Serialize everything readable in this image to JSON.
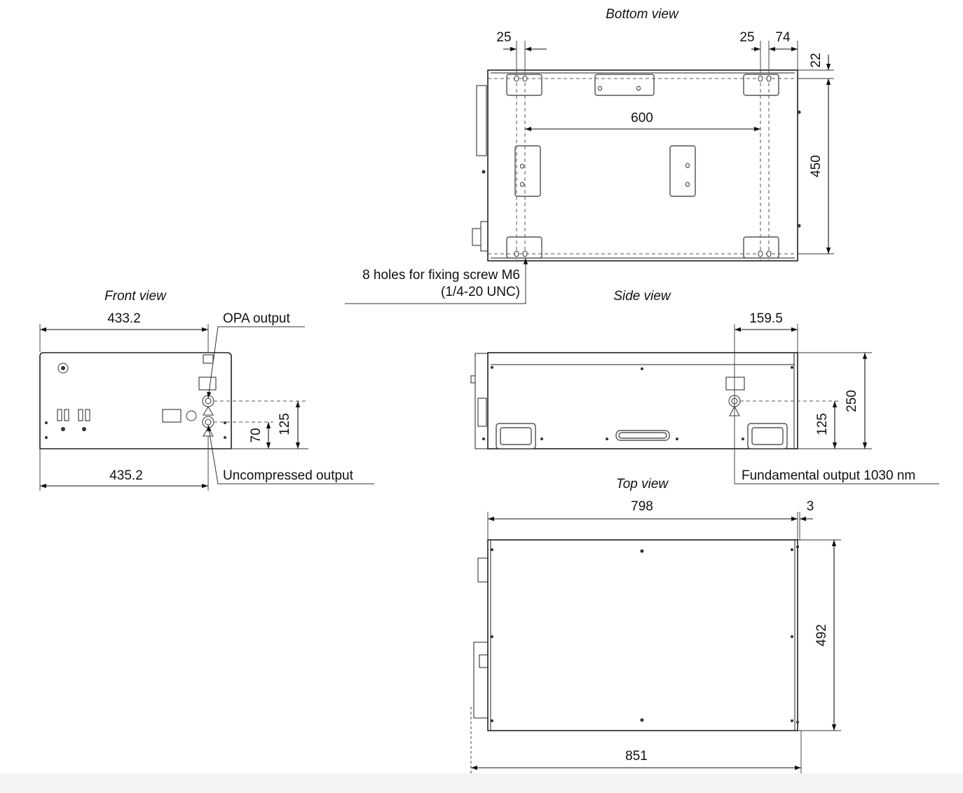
{
  "views": {
    "bottom": "Bottom view",
    "front": "Front view",
    "side": "Side view",
    "top": "Top view"
  },
  "callouts": {
    "holes_line1": "8 holes for fixing screw M6",
    "holes_line2": "(1/4-20 UNC)",
    "opa_output": "OPA output",
    "uncompressed_output": "Uncompressed output",
    "fundamental_output": "Fundamental output 1030 nm"
  },
  "dimensions": {
    "bottom_hole_offset_left": "25",
    "bottom_hole_offset_right": "25",
    "bottom_edge_right": "74",
    "bottom_edge_top": "22",
    "bottom_hole_span_x": "600",
    "bottom_hole_span_y": "450",
    "front_top_width": "433.2",
    "front_bottom_width": "435.2",
    "front_uncompressed_height": "70",
    "front_opa_height": "125",
    "side_output_offset": "159.5",
    "side_output_height": "125",
    "side_total_height": "250",
    "top_length": "798",
    "top_gap": "3",
    "top_width": "492",
    "top_overall_length": "851"
  }
}
